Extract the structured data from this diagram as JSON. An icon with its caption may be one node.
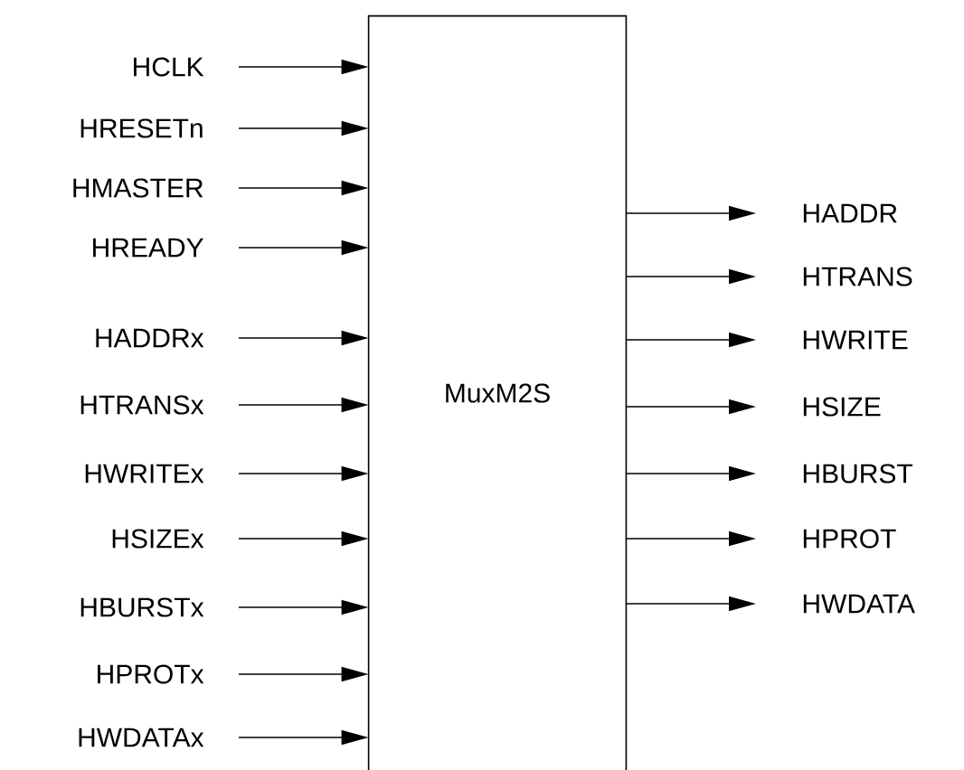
{
  "diagram": {
    "nodes": [
      {
        "text": [
          "MuxM2S"
        ]
      },
      {
        "text": [
          "HCLK"
        ]
      },
      {
        "text": [
          "HRESETn"
        ]
      },
      {
        "text": [
          "HMASTER"
        ]
      },
      {
        "text": [
          "HREADY"
        ]
      },
      {
        "text": [
          "HADDRx"
        ]
      },
      {
        "text": [
          "HTRANSx"
        ]
      },
      {
        "text": [
          "HWRITEx"
        ]
      },
      {
        "text": [
          "HSIZEx"
        ]
      },
      {
        "text": [
          "HBURSTx"
        ]
      },
      {
        "text": [
          "HPROTx"
        ]
      },
      {
        "text": [
          "HWDATAx"
        ]
      },
      {
        "text": [
          "HADDR"
        ]
      },
      {
        "text": [
          "HTRANS"
        ]
      },
      {
        "text": [
          "HWRITE"
        ]
      },
      {
        "text": [
          "HSIZE"
        ]
      },
      {
        "text": [
          "HBURST"
        ]
      },
      {
        "text": [
          "HPROT"
        ]
      },
      {
        "text": [
          "HWDATA"
        ]
      }
    ],
    "edges": [
      {
        "from": 1,
        "to": 0,
        "arrow": "to"
      },
      {
        "from": 2,
        "to": 0,
        "arrow": "to"
      },
      {
        "from": 3,
        "to": 0,
        "arrow": "to"
      },
      {
        "from": 4,
        "to": 0,
        "arrow": "to"
      },
      {
        "from": 5,
        "to": 0,
        "arrow": "to"
      },
      {
        "from": 6,
        "to": 0,
        "arrow": "to"
      },
      {
        "from": 7,
        "to": 0,
        "arrow": "to"
      },
      {
        "from": 8,
        "to": 0,
        "arrow": "to"
      },
      {
        "from": 9,
        "to": 0,
        "arrow": "to"
      },
      {
        "from": 10,
        "to": 0,
        "arrow": "to"
      },
      {
        "from": 11,
        "to": 0,
        "arrow": "to"
      },
      {
        "from": 0,
        "to": 12,
        "arrow": "to"
      },
      {
        "from": 0,
        "to": 13,
        "arrow": "to"
      },
      {
        "from": 0,
        "to": 14,
        "arrow": "to"
      },
      {
        "from": 0,
        "to": 15,
        "arrow": "to"
      },
      {
        "from": 0,
        "to": 16,
        "arrow": "to"
      },
      {
        "from": 0,
        "to": 17,
        "arrow": "to"
      },
      {
        "from": 0,
        "to": 18,
        "arrow": "to"
      }
    ]
  }
}
